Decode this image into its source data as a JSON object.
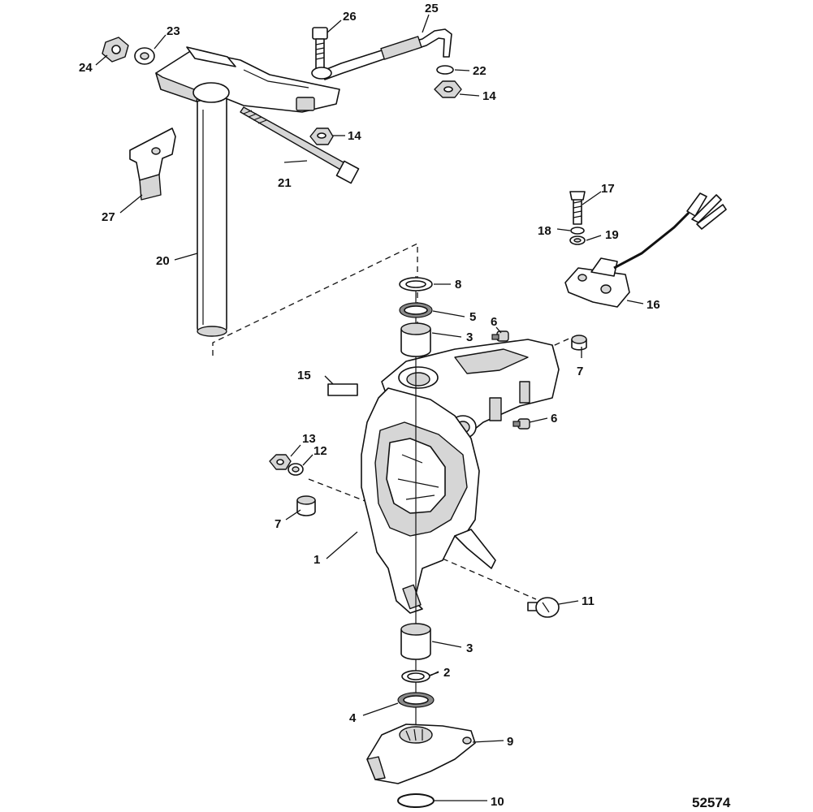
{
  "diagram": {
    "figure_code": "52574",
    "callouts": [
      {
        "id": "c1",
        "num": "1"
      },
      {
        "id": "c2",
        "num": "2"
      },
      {
        "id": "c3a",
        "num": "3"
      },
      {
        "id": "c3b",
        "num": "3"
      },
      {
        "id": "c4",
        "num": "4"
      },
      {
        "id": "c5",
        "num": "5"
      },
      {
        "id": "c6a",
        "num": "6"
      },
      {
        "id": "c6b",
        "num": "6"
      },
      {
        "id": "c7a",
        "num": "7"
      },
      {
        "id": "c7b",
        "num": "7"
      },
      {
        "id": "c8",
        "num": "8"
      },
      {
        "id": "c9",
        "num": "9"
      },
      {
        "id": "c10",
        "num": "10"
      },
      {
        "id": "c11",
        "num": "11"
      },
      {
        "id": "c12",
        "num": "12"
      },
      {
        "id": "c13",
        "num": "13"
      },
      {
        "id": "c14a",
        "num": "14"
      },
      {
        "id": "c14b",
        "num": "14"
      },
      {
        "id": "c15",
        "num": "15"
      },
      {
        "id": "c16",
        "num": "16"
      },
      {
        "id": "c17",
        "num": "17"
      },
      {
        "id": "c18",
        "num": "18"
      },
      {
        "id": "c19",
        "num": "19"
      },
      {
        "id": "c20",
        "num": "20"
      },
      {
        "id": "c21",
        "num": "21"
      },
      {
        "id": "c22",
        "num": "22"
      },
      {
        "id": "c23",
        "num": "23"
      },
      {
        "id": "c24",
        "num": "24"
      },
      {
        "id": "c25",
        "num": "25"
      },
      {
        "id": "c26",
        "num": "26"
      },
      {
        "id": "c27",
        "num": "27"
      }
    ]
  }
}
